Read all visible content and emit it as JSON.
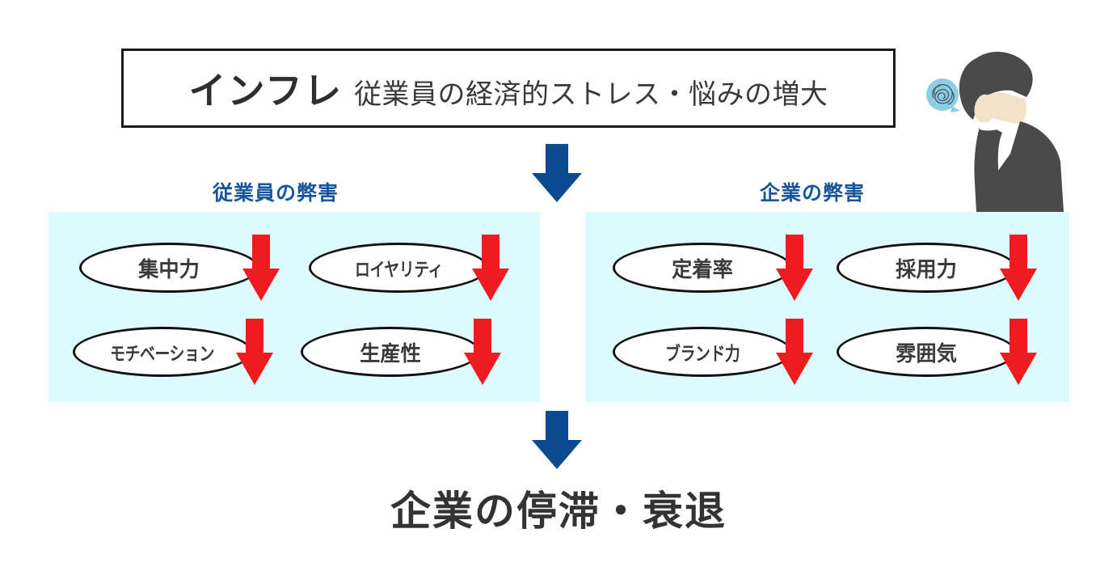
{
  "header": {
    "emphasis": "インフレ",
    "detail": "従業員の経済的ストレス・悩みの増大"
  },
  "arrows": {
    "top_arrow_name": "down-arrow",
    "bottom_arrow_name": "down-arrow",
    "blue_color": "#0B4A8F",
    "red_color": "#EE1C20"
  },
  "panels": [
    {
      "id": "employee",
      "label": "従業員の弊害",
      "label_color": "#17559E",
      "background": "#DDFBFF",
      "items": [
        {
          "label": "集中力",
          "trend": "down"
        },
        {
          "label": "ロイヤリティ",
          "trend": "down"
        },
        {
          "label": "モチベーション",
          "trend": "down"
        },
        {
          "label": "生産性",
          "trend": "down"
        }
      ]
    },
    {
      "id": "company",
      "label": "企業の弊害",
      "label_color": "#17559E",
      "background": "#DDFBFF",
      "items": [
        {
          "label": "定着率",
          "trend": "down"
        },
        {
          "label": "採用力",
          "trend": "down"
        },
        {
          "label": "ブランド力",
          "trend": "down"
        },
        {
          "label": "雰囲気",
          "trend": "down"
        }
      ]
    }
  ],
  "conclusion": "企業の停滞・衰退",
  "illustration": {
    "name": "worried-businessman",
    "bubble_name": "scribble-thought-bubble",
    "suit_color": "#4A4A4A",
    "skin_color": "#F2E3C8",
    "shirt_color": "#FFFFFF",
    "bubble_color": "#8ECFE8"
  }
}
